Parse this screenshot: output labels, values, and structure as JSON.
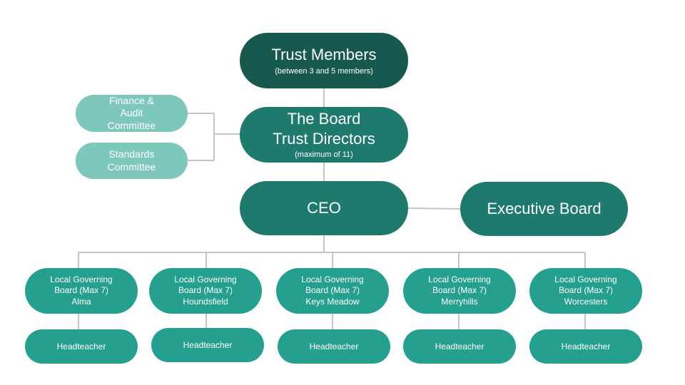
{
  "members": {
    "title": "Trust Members",
    "subtitle": "(between 3 and 5 members)"
  },
  "board": {
    "line1": "The Board",
    "line2": "Trust Directors",
    "subtitle": "(maximum of  11)"
  },
  "finance": {
    "line1": "Finance &",
    "line2": "Audit",
    "line3": "Committee"
  },
  "standards": {
    "line1": "Standards",
    "line2": "Committee"
  },
  "ceo": {
    "label": "CEO"
  },
  "executive": {
    "label": "Executive Board"
  },
  "schools": [
    {
      "line1": "Local Governing",
      "line2": "Board (Max 7)",
      "name": "Alma",
      "head": "Headteacher"
    },
    {
      "line1": "Local Governing",
      "line2": "Board (Max 7)",
      "name": "Houndsfield",
      "head": "Headteacher"
    },
    {
      "line1": "Local Governing",
      "line2": "Board (Max 7)",
      "name": "Keys Meadow",
      "head": "Headteacher"
    },
    {
      "line1": "Local Governing",
      "line2": "Board (Max 7)",
      "name": "Merryhills",
      "head": "Headteacher"
    },
    {
      "line1": "Local Governing",
      "line2": "Board (Max 7)",
      "name": "Worcesters",
      "head": "Headteacher"
    }
  ],
  "colors": {
    "dark": "#17594f",
    "mid": "#1d7a6c",
    "light": "#7ec7bd",
    "teal": "#25a08e",
    "line": "#c4c4c4"
  }
}
